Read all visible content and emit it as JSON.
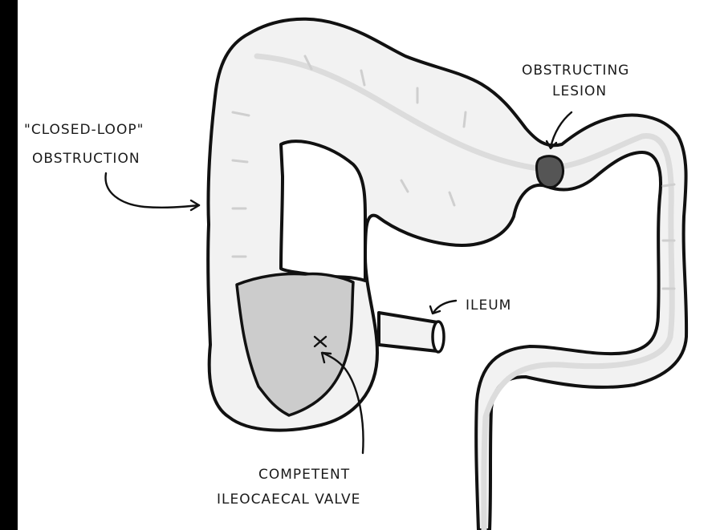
{
  "labels": {
    "closed_loop_line1": "\"CLOSED-LOOP\"",
    "closed_loop_line2": "OBSTRUCTION",
    "lesion_line1": "OBSTRUCTING",
    "lesion_line2": "LESION",
    "ileum": "ILEUM",
    "valve_line1": "COMPETENT",
    "valve_line2": "ILEOCAECAL VALVE"
  },
  "colors": {
    "background_frame": "#000000",
    "canvas": "#ffffff",
    "bowel_fill": "#f2f2f2",
    "caecum_shade": "#cccccc",
    "lesion_fill": "#555555",
    "outline": "#111111"
  }
}
